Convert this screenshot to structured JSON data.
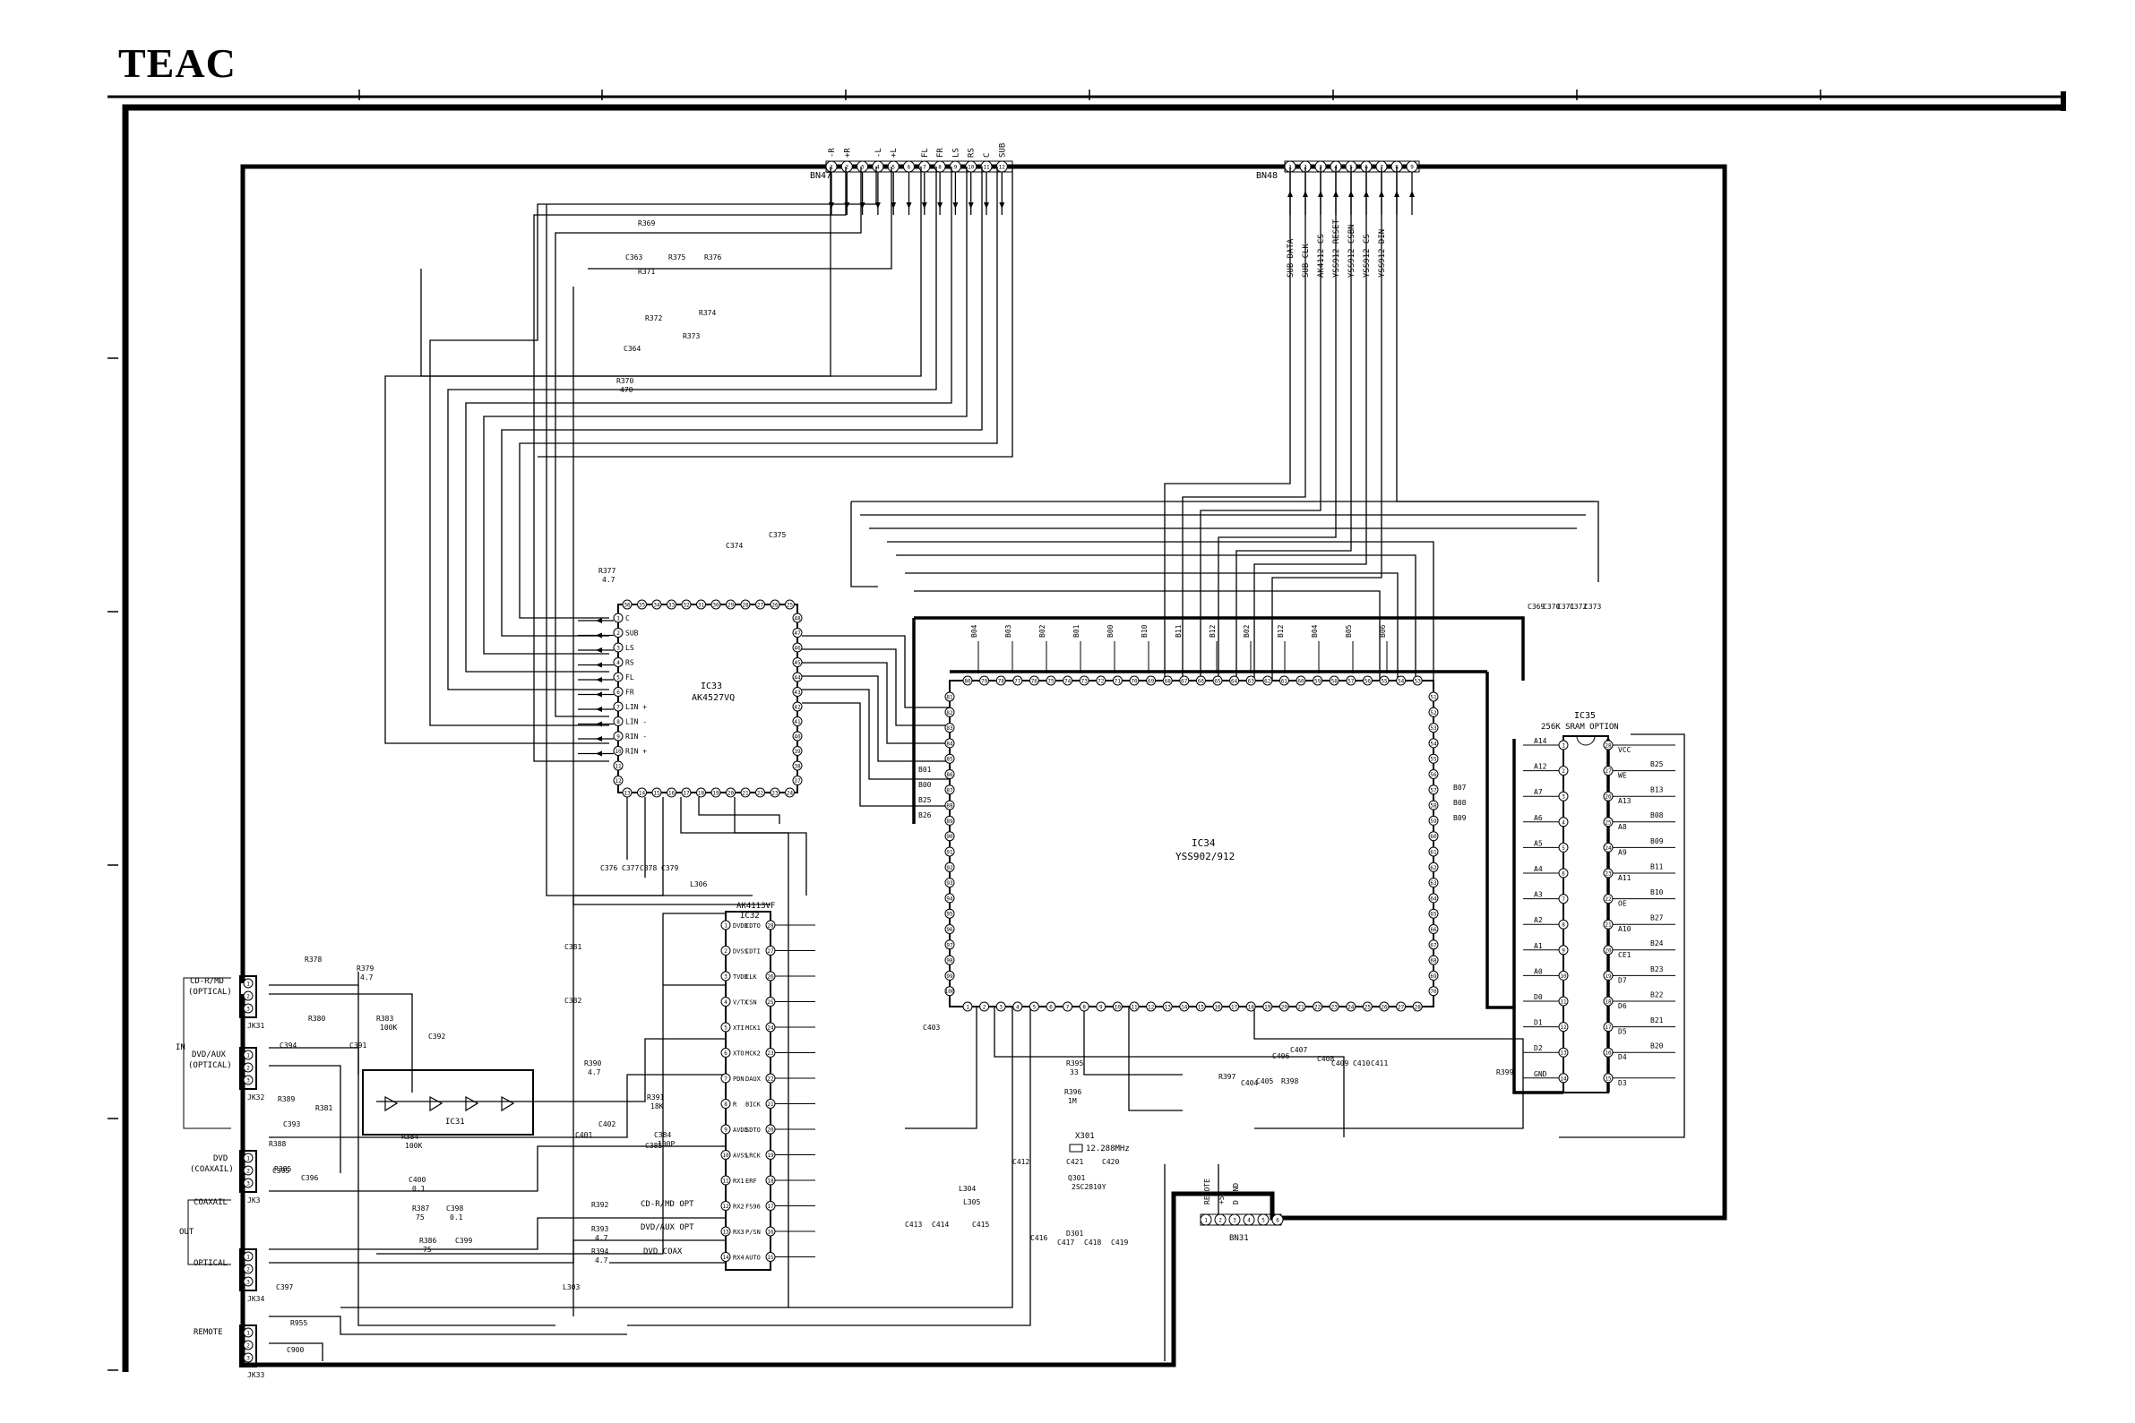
{
  "header": {
    "brand": "TEAC"
  },
  "ics": {
    "ic33": {
      "ref": "IC33",
      "part": "AK4527VQ"
    },
    "ic34": {
      "ref": "IC34",
      "part": "YSS902/912"
    },
    "ic35": {
      "ref": "IC35",
      "part": "256K SRAM OPTION"
    },
    "ic32": {
      "ref": "IC32",
      "part": "AK4113VF"
    },
    "ic31": {
      "ref": "IC31"
    }
  },
  "connectors": {
    "bn47": {
      "ref": "BN47",
      "pins": [
        "-R",
        "+R",
        "",
        "-L",
        "+L",
        "",
        "FL",
        "FR",
        "LS",
        "RS",
        "C",
        "SUB"
      ]
    },
    "bn48": {
      "ref": "BN48",
      "pins": [
        "SUB DATA",
        "SUB CLK",
        "AK4112 CS",
        "YSS912 RESET",
        "YSS912 CSBN",
        "YSS912 CS",
        "YSS912 DIN",
        "",
        ""
      ]
    },
    "bn31": {
      "ref": "BN31",
      "pins": [
        "REMOTE",
        "+5V",
        "D GND"
      ]
    }
  },
  "ic33_left_labels": [
    "C",
    "SUB",
    "LS",
    "RS",
    "FL",
    "FR",
    "LIN +",
    "LIN -",
    "RIN -",
    "RIN +"
  ],
  "ic32_left_pins": [
    "DVDD",
    "DVSS",
    "TVDD",
    "V/TX",
    "XTI",
    "XTO",
    "PDN",
    "R",
    "AVDD",
    "AVSS",
    "RX1",
    "RX2",
    "RX3",
    "RX4"
  ],
  "ic32_right_pins": [
    "CDTO",
    "CDTI",
    "CLK",
    "CSN",
    "MCK1",
    "MCK2",
    "DAUX",
    "BICK",
    "SDTO",
    "LRCK",
    "ERF",
    "FS96",
    "P/SN",
    "AUTO"
  ],
  "ic35_left_pins": [
    "A14",
    "A12",
    "A7",
    "A6",
    "A5",
    "A4",
    "A3",
    "A2",
    "A1",
    "A0",
    "D0",
    "D1",
    "D2",
    "GND"
  ],
  "ic35_right_pins": [
    "VCC",
    "WE",
    "A13",
    "A8",
    "A9",
    "A11",
    "OE",
    "A10",
    "CE1",
    "D7",
    "D6",
    "D5",
    "D4",
    "D3"
  ],
  "jacks": {
    "jk31": "JK31",
    "jk32": "JK32",
    "jk33": "JK33",
    "jk34": "JK34",
    "jk3x": "JK3"
  },
  "jack_labels": {
    "in": "IN",
    "out": "OUT",
    "cd_optical": [
      "CD-R/MD",
      "(OPTICAL)"
    ],
    "dvd_optical": [
      "DVD/AUX",
      "(OPTICAL)"
    ],
    "dvd_coax": [
      "DVD",
      "(COAXAIL)"
    ],
    "coaxial": "COAXAIL",
    "optical": "OPTICAL",
    "remote": "REMOTE"
  },
  "signal_labels": {
    "cd_opt": "CD-R/MD OPT",
    "dvd_aux_opt": "DVD/AUX OPT",
    "dvd_coax": "DVD COAX"
  },
  "crystal": {
    "ref": "X301",
    "freq": "12.288MHz"
  },
  "components": [
    "R369",
    "R371",
    "R372",
    "R370",
    "R375",
    "R376",
    "R374",
    "R373",
    "C363",
    "C364",
    "R377",
    "C374",
    "C375",
    "C369",
    "C370",
    "C371",
    "C372",
    "C373",
    "C376",
    "C377",
    "C378",
    "C379",
    "L306",
    "C381",
    "C382",
    "C384",
    "C385",
    "R378",
    "R379",
    "R380",
    "R381",
    "R383",
    "R384",
    "R385",
    "R386",
    "R387",
    "R388",
    "R389",
    "R390",
    "R391",
    "R392",
    "R393",
    "R394",
    "C391",
    "C392",
    "C393",
    "C394",
    "C395",
    "C396",
    "C397",
    "C398",
    "C399",
    "C400",
    "C401",
    "C402",
    "C403",
    "C404",
    "C405",
    "C406",
    "C407",
    "C408",
    "C409",
    "C410",
    "C411",
    "C412",
    "C413",
    "C414",
    "C415",
    "C416",
    "C417",
    "C418",
    "C419",
    "C420",
    "C421",
    "L303",
    "L304",
    "L305",
    "D301",
    "Q301",
    "R395",
    "R396",
    "R397",
    "R398",
    "R399",
    "R955",
    "C900"
  ],
  "component_values": {
    "R370": "470",
    "R377": "4.7",
    "R379": "4.7",
    "R383": "100K",
    "R384": "100K",
    "R390": "4.7",
    "R391": "18K",
    "R387": "75",
    "R386": "75",
    "R393": "4.7",
    "R394": "4.7",
    "R395": "33",
    "R396": "1M",
    "C384": "100P",
    "C398": "0.1",
    "C400": "0.1",
    "Q301": "2SC2810Y"
  },
  "bus_labels_ic34_top": [
    "B04",
    "B03",
    "B02",
    "B01",
    "B00",
    "B10",
    "B11",
    "B12",
    "B02",
    "B12",
    "B04",
    "B05",
    "B06"
  ],
  "bus_labels_ic35": [
    "B25",
    "B13",
    "B08",
    "B09",
    "B11",
    "B10",
    "B27",
    "B24",
    "B23",
    "B22",
    "B21",
    "B20"
  ],
  "bus_labels_ic34_left": [
    "B01",
    "B00",
    "B25",
    "B26"
  ],
  "bus_labels_ic34_right": [
    "B07",
    "B08",
    "B09"
  ]
}
